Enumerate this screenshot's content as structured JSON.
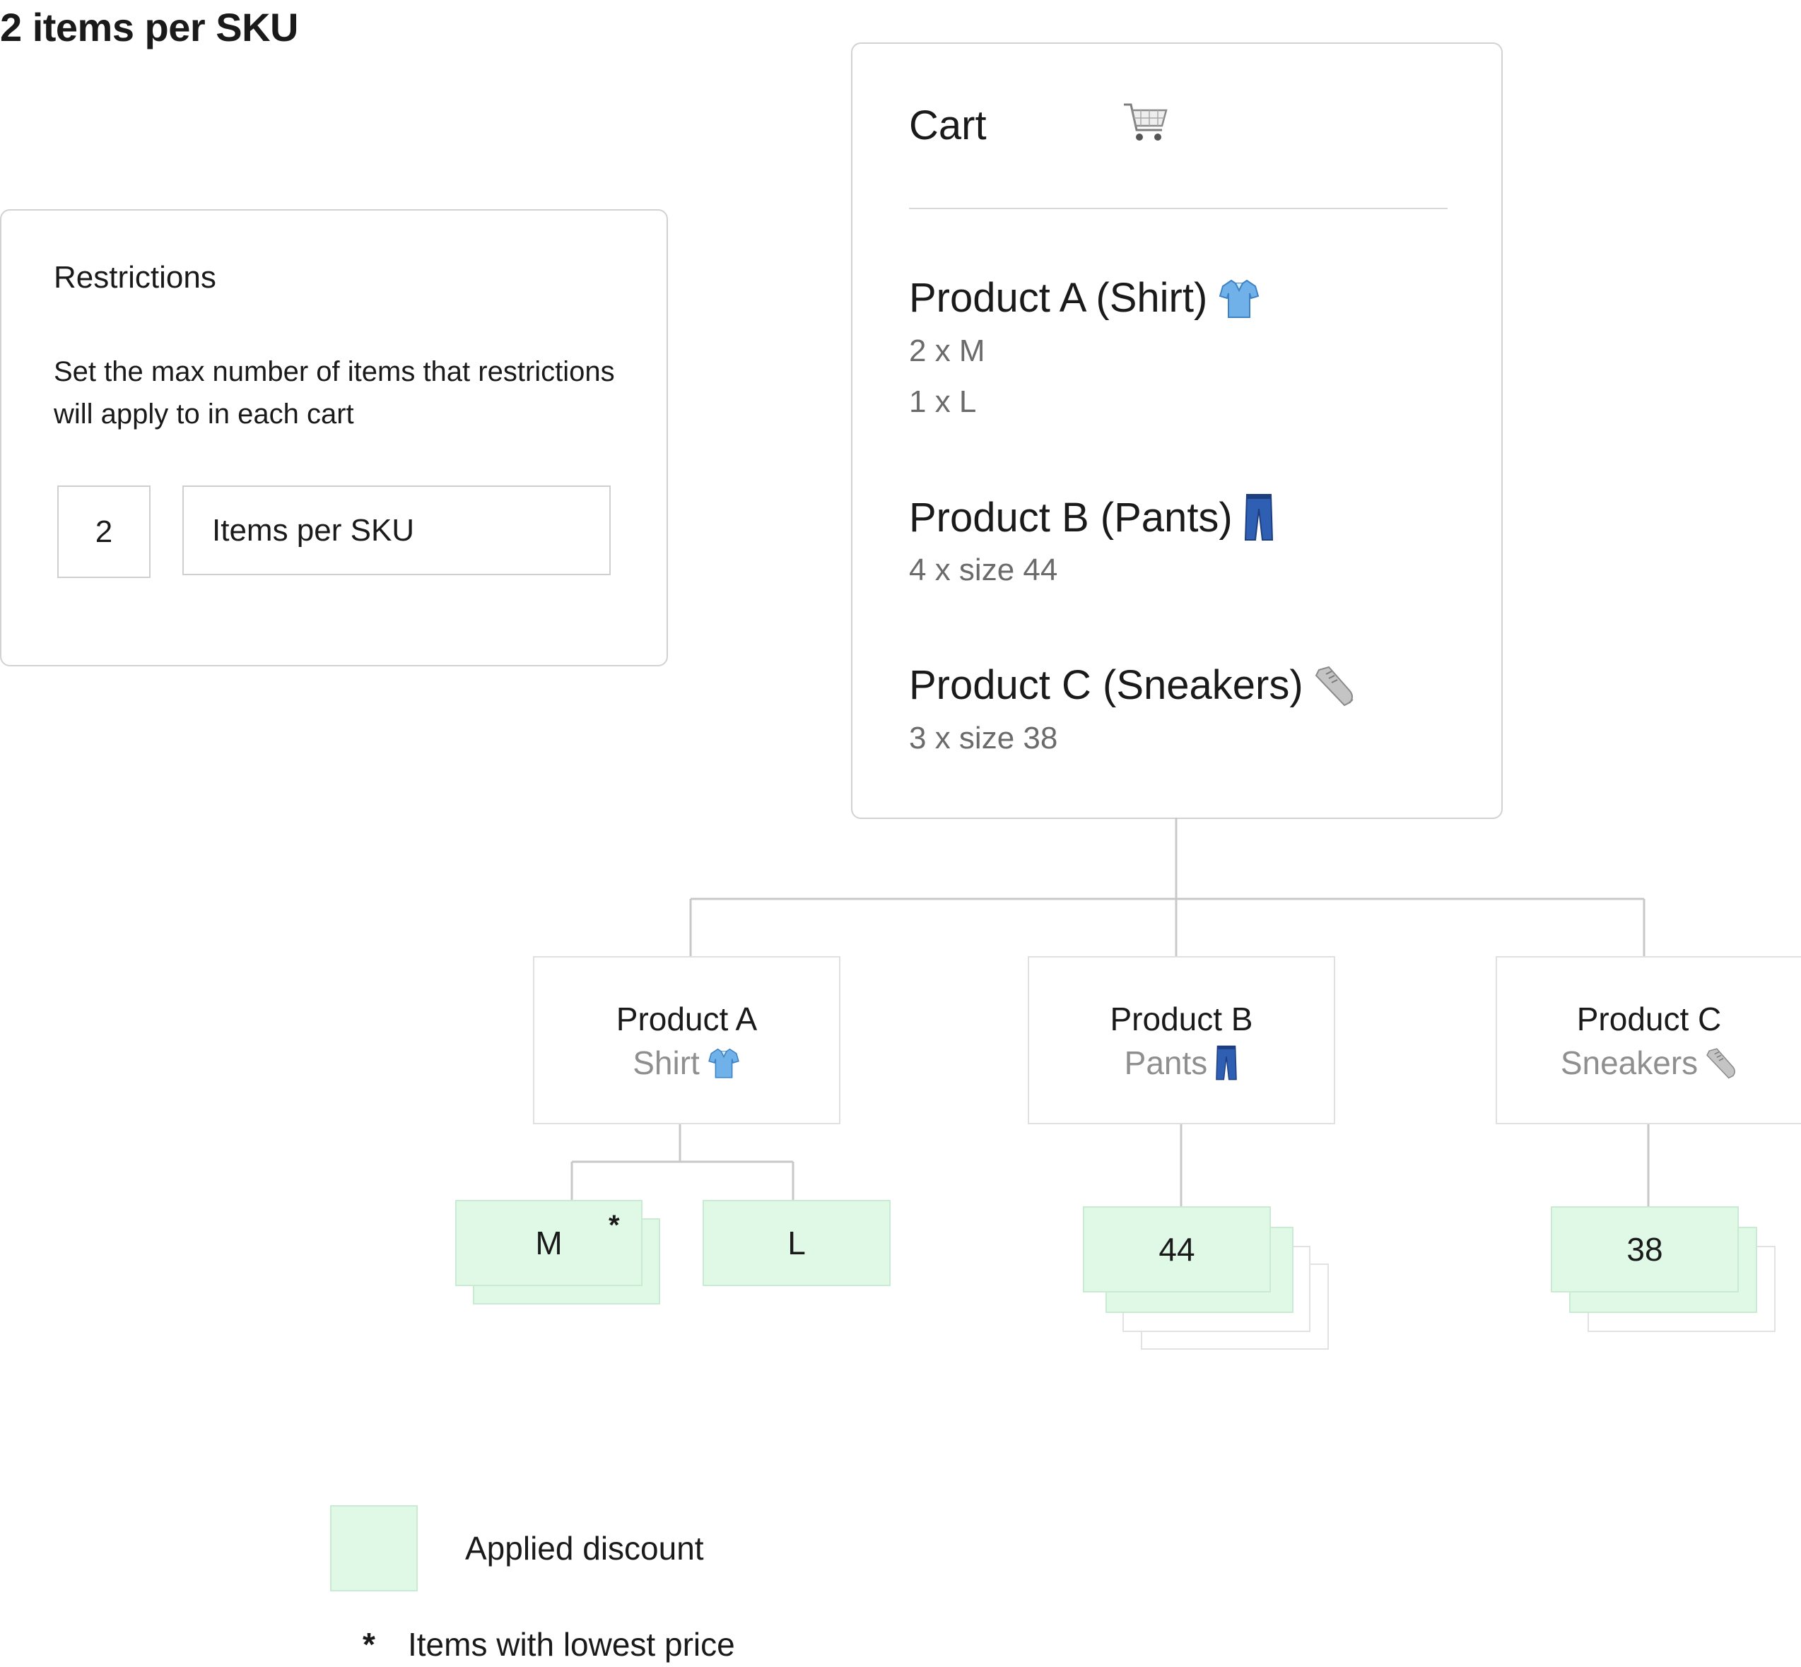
{
  "page_title": "2 items per SKU",
  "restrictions": {
    "heading": "Restrictions",
    "description": "Set the max number of items  that restrictions will apply to in each cart",
    "quantity_value": "2",
    "unit_label": "Items per SKU"
  },
  "cart": {
    "title": "Cart",
    "products": [
      {
        "name": "Product A (Shirt)",
        "lines": [
          "2 x M",
          "1 x L"
        ]
      },
      {
        "name": "Product B (Pants)",
        "lines": [
          "4 x size 44"
        ]
      },
      {
        "name": "Product C (Sneakers)",
        "lines": [
          "3 x  size 38"
        ]
      }
    ]
  },
  "tree": {
    "nodes": [
      {
        "name": "Product A",
        "sub": "Shirt"
      },
      {
        "name": "Product B",
        "sub": "Pants"
      },
      {
        "name": "Product C",
        "sub": "Sneakers"
      }
    ],
    "leaves": {
      "a_m": "M",
      "a_m_marker": "*",
      "a_l": "L",
      "b": "44",
      "c": "38"
    }
  },
  "legend": {
    "applied_discount": "Applied discount",
    "asterisk": "*",
    "lowest_price": "Items with lowest price"
  },
  "colors": {
    "discount_fill": "#e0f8e6",
    "connector": "#c8c8c8",
    "border": "#d2d2d2"
  }
}
